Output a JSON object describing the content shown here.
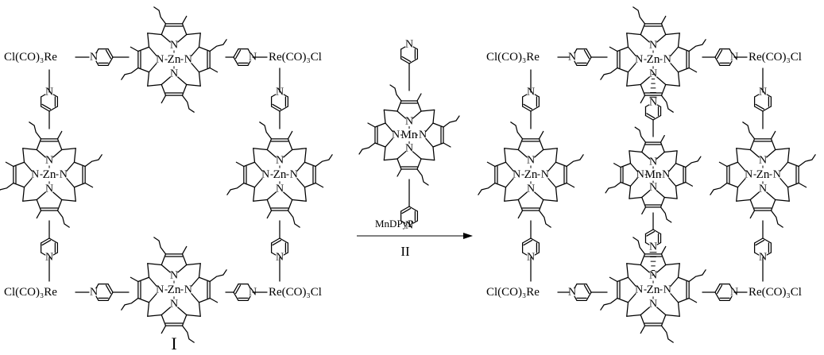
{
  "atoms": {
    "zinc": "Zn",
    "manganese": "Mn",
    "nitrogen": "N"
  },
  "rhenium_left": "Cl(CO)₃Re",
  "rhenium_right": "Re(CO)₃Cl",
  "reagent_name": "MnDPyP",
  "reagent_roman": "II",
  "reactant_label": "I",
  "colors": {
    "ink": "#000000",
    "background": "#ffffff"
  }
}
